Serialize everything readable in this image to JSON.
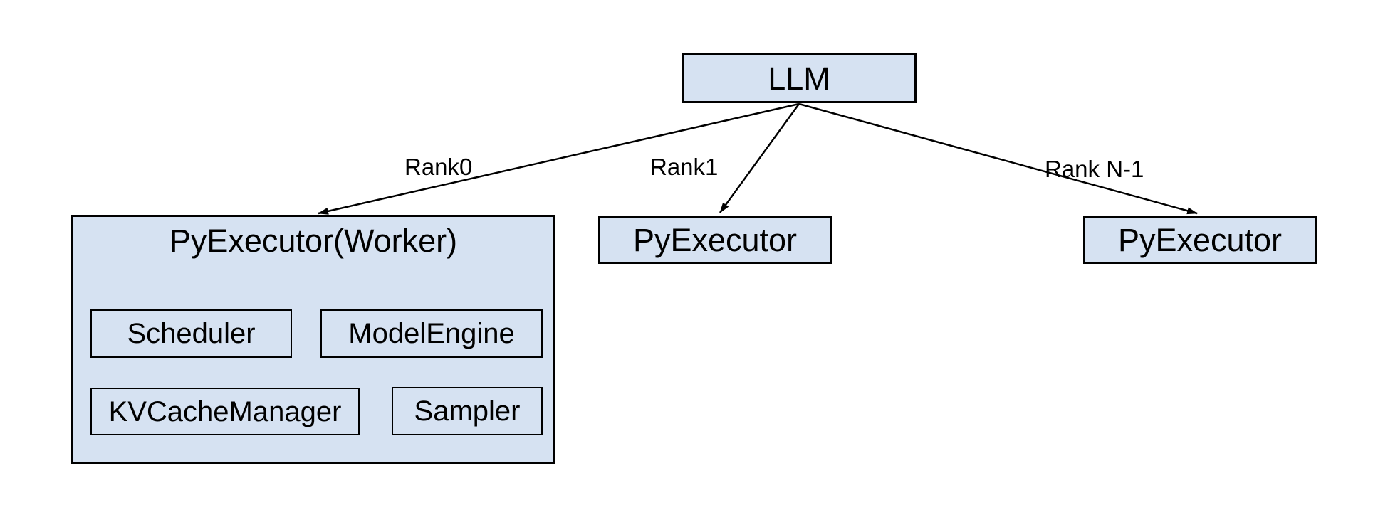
{
  "colors": {
    "node_fill": "#d6e2f2",
    "node_border": "#000000",
    "edge_color": "#000000",
    "text_color": "#000000",
    "bg": "#ffffff"
  },
  "nodes": {
    "llm": {
      "label": "LLM"
    },
    "worker_rank0": {
      "title": "PyExecutor(Worker)",
      "components": [
        "Scheduler",
        "ModelEngine",
        "KVCacheManager",
        "Sampler"
      ]
    },
    "worker_rank1": {
      "label": "PyExecutor"
    },
    "worker_rankN": {
      "label": "PyExecutor"
    }
  },
  "edges": [
    {
      "label": "Rank0",
      "from": "llm",
      "to": "worker_rank0"
    },
    {
      "label": "Rank1",
      "from": "llm",
      "to": "worker_rank1"
    },
    {
      "label": "Rank N-1",
      "from": "llm",
      "to": "worker_rankN"
    }
  ]
}
